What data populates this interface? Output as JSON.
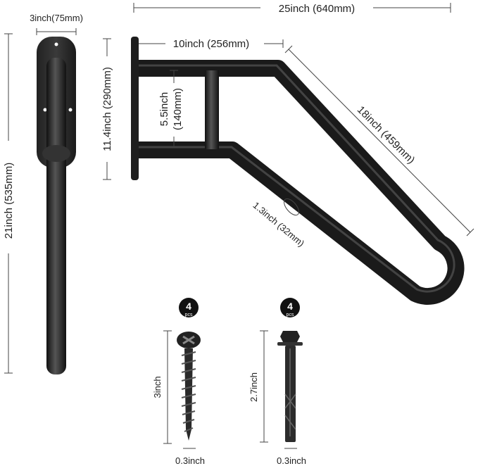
{
  "dimensions": {
    "plate_width": "3inch(75mm)",
    "total_length": "25inch (640mm)",
    "top_bar_length": "10inch (256mm)",
    "mount_height": "11.4inch (290mm)",
    "bar_gap_line1": "5.5inch",
    "bar_gap_line2": "(140mm)",
    "diagonal_length": "18inch (459mm)",
    "total_height": "21inch (535mm)",
    "tube_diameter": "1.3inch (32mm)"
  },
  "hardware": [
    {
      "count": "4",
      "unit": "pcs",
      "length": "3inch",
      "width": "0.3inch",
      "type": "screw-icon"
    },
    {
      "count": "4",
      "unit": "pcs",
      "length": "2.7inch",
      "width": "0.3inch",
      "type": "anchor-bolt-icon"
    }
  ],
  "colors": {
    "metal": "#2a2a2a",
    "dimension_line": "#444444"
  }
}
